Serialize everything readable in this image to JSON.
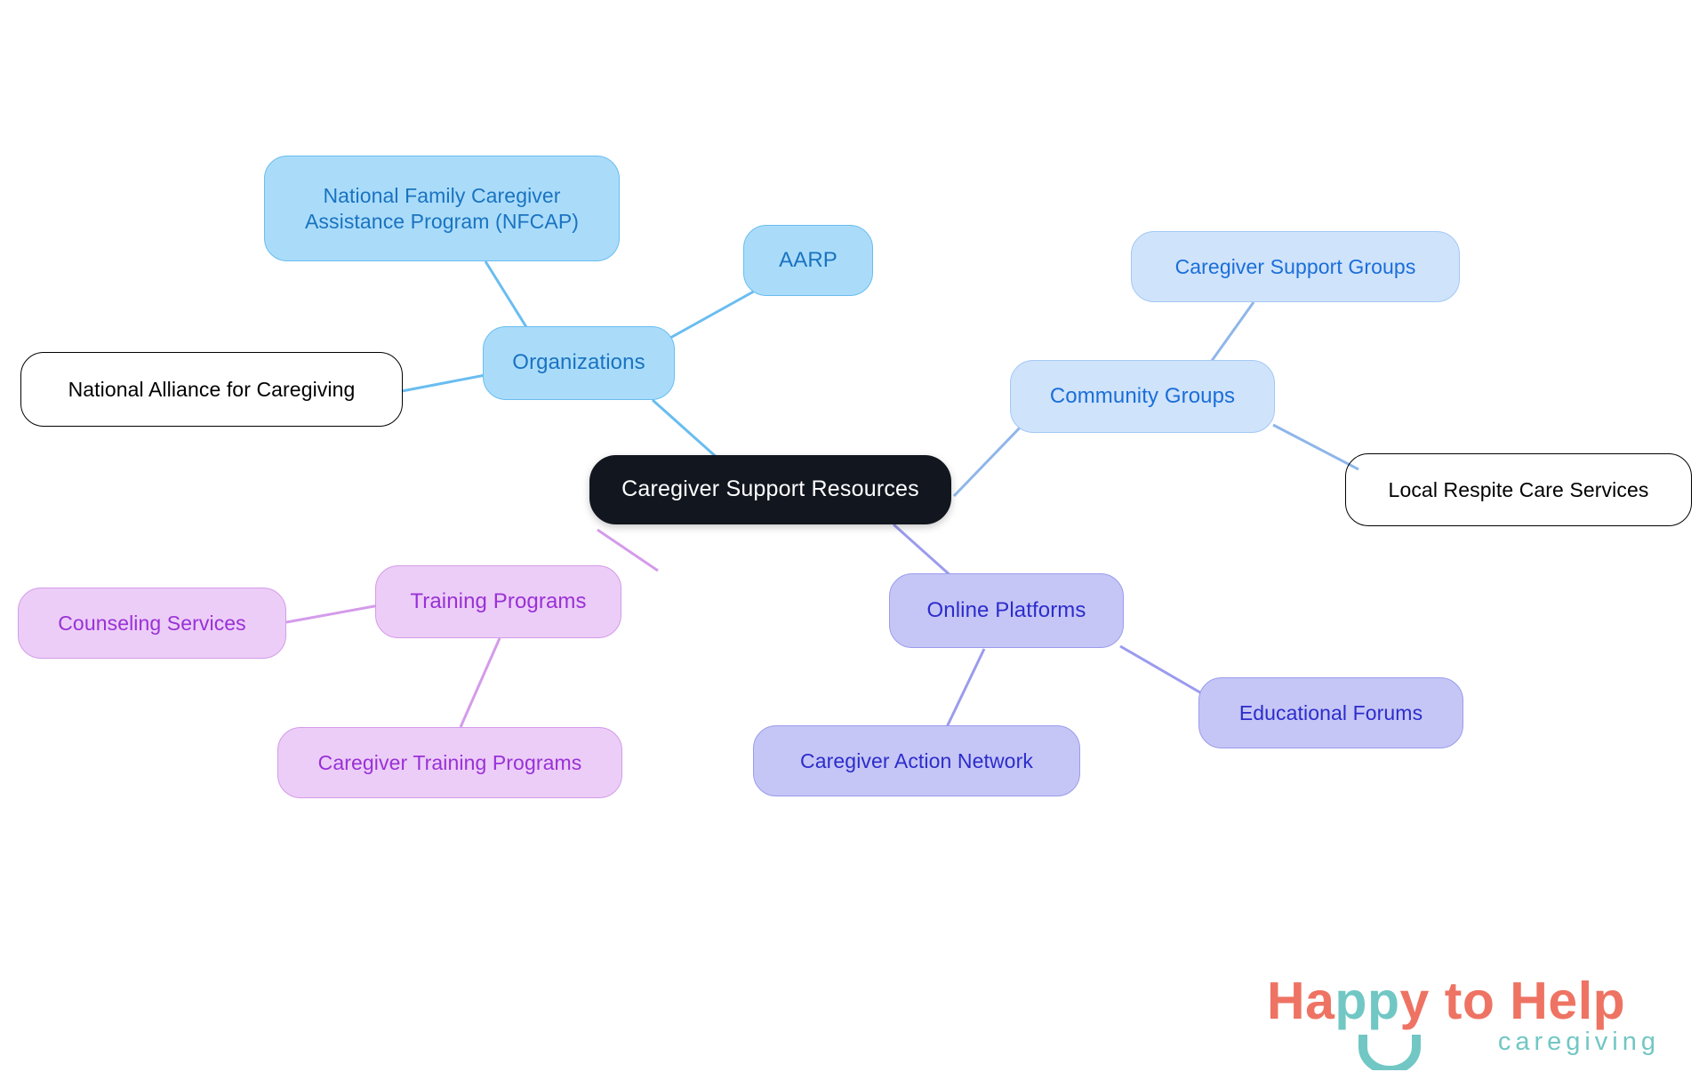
{
  "diagram": {
    "type": "mindmap",
    "title": "Caregiver Support Resources",
    "background": "#ffffff"
  },
  "root": {
    "label": "Caregiver Support Resources",
    "fill": "#12161f",
    "text": "#ffffff",
    "border": "#12161f"
  },
  "branches": [
    {
      "key": "organizations",
      "label": "Organizations",
      "fill": "#aadcfa",
      "text": "#1a73c0",
      "border": "#69bdf0",
      "edge": "#69bdf0",
      "children": [
        {
          "key": "nfcap",
          "label": "National Family Caregiver\nAssistance Program (NFCAP)"
        },
        {
          "key": "aarp",
          "label": "AARP"
        },
        {
          "key": "national-alliance",
          "label": "National Alliance for Caregiving"
        }
      ]
    },
    {
      "key": "community-groups",
      "label": "Community Groups",
      "fill": "#cfe3fb",
      "text": "#1a6ed8",
      "border": "#a4c8f4",
      "edge": "#8fb6ea",
      "children": [
        {
          "key": "caregiver-support-groups",
          "label": "Caregiver Support Groups"
        },
        {
          "key": "local-respite",
          "label": "Local Respite Care Services"
        }
      ]
    },
    {
      "key": "online-platforms",
      "label": "Online Platforms",
      "fill": "#c5c6f5",
      "text": "#2c2ccc",
      "border": "#9b9bee",
      "edge": "#9b9bee",
      "children": [
        {
          "key": "educational-forums",
          "label": "Educational Forums"
        },
        {
          "key": "caregiver-action-network",
          "label": "Caregiver Action Network"
        }
      ]
    },
    {
      "key": "training-programs",
      "label": "Training Programs",
      "fill": "#eccdf7",
      "text": "#9931d6",
      "border": "#d49bea",
      "edge": "#d49bea",
      "children": [
        {
          "key": "counseling-services",
          "label": "Counseling Services"
        },
        {
          "key": "caregiver-training-programs",
          "label": "Caregiver Training Programs"
        }
      ]
    }
  ],
  "logo": {
    "word_happy_to": "Happy to Help",
    "tagline": "caregiving",
    "coral": "#ee7363",
    "teal": "#71c7c4"
  }
}
